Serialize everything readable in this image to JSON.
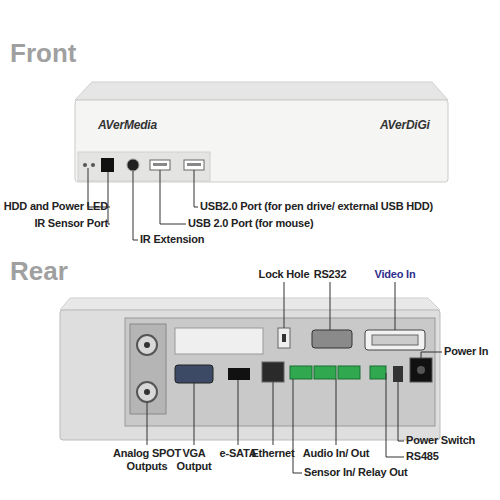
{
  "diagram": {
    "labels": [
      "Front",
      "AVerMedia",
      "AVerDiGi",
      "HDD and Power LED",
      "IR Sensor Port",
      "IR Extension",
      "USB2.0 Port (for pen drive/ external USB HDD)",
      "USB 2.0 Port (for mouse)",
      "Rear",
      "Lock Hole",
      "RS232",
      "Video In",
      "Power In",
      "Analog SPOT Outputs",
      "VGA Output",
      "e-SATA",
      "Ethernet",
      "Audio In/ Out",
      "Sensor In/ Relay Out",
      "Power Switch",
      "RS485"
    ]
  }
}
